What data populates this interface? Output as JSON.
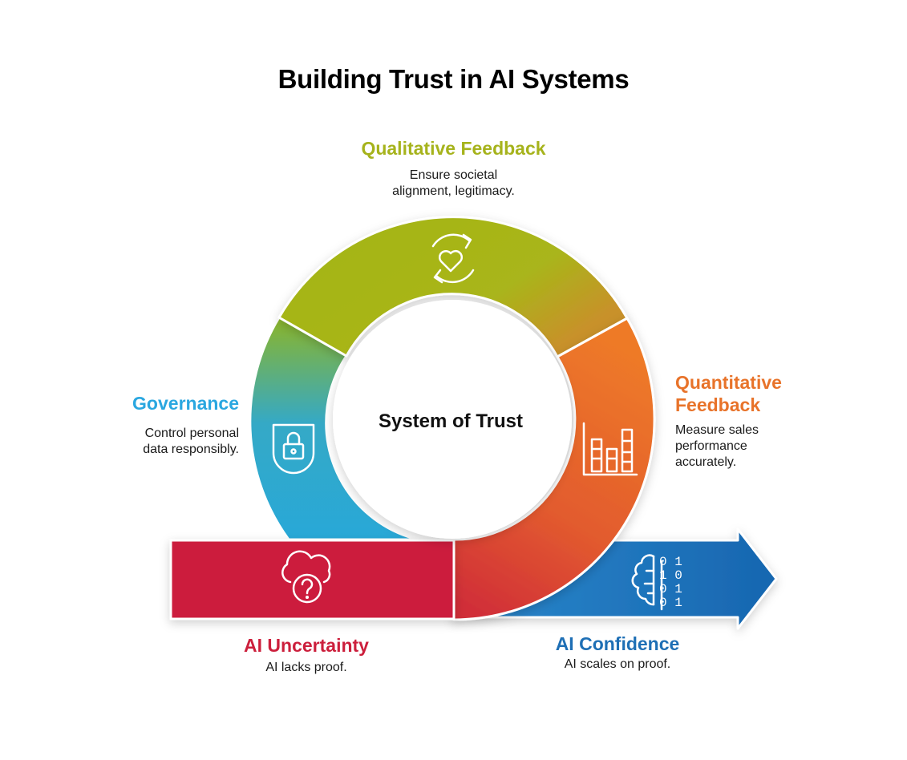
{
  "title": "Building Trust in AI Systems",
  "center_label": "System of Trust",
  "colors": {
    "qualitative": "#a6b31c",
    "quantitative": "#e8732a",
    "governance": "#2aa7e0",
    "uncertainty": "#cc1f3c",
    "confidence": "#1e6fb5"
  },
  "segments": {
    "qualitative": {
      "title": "Qualitative Feedback",
      "desc_lines": [
        "Ensure societal",
        "alignment, legitimacy."
      ],
      "icon": "heart-cycle-icon"
    },
    "quantitative": {
      "title_lines": [
        "Quantitative",
        "Feedback"
      ],
      "desc_lines": [
        "Measure sales",
        "performance",
        "accurately."
      ],
      "icon": "bar-chart-icon"
    },
    "governance": {
      "title": "Governance",
      "desc_lines": [
        "Control personal",
        "data responsibly."
      ],
      "icon": "shield-lock-icon"
    },
    "uncertainty": {
      "title": "AI Uncertainty",
      "desc": "AI lacks proof.",
      "icon": "cloud-question-icon"
    },
    "confidence": {
      "title": "AI Confidence",
      "desc": "AI scales on proof.",
      "icon": "brain-binary-icon",
      "binary_rows": [
        "0 1",
        "1 0",
        "0 1",
        "0 1"
      ]
    }
  }
}
